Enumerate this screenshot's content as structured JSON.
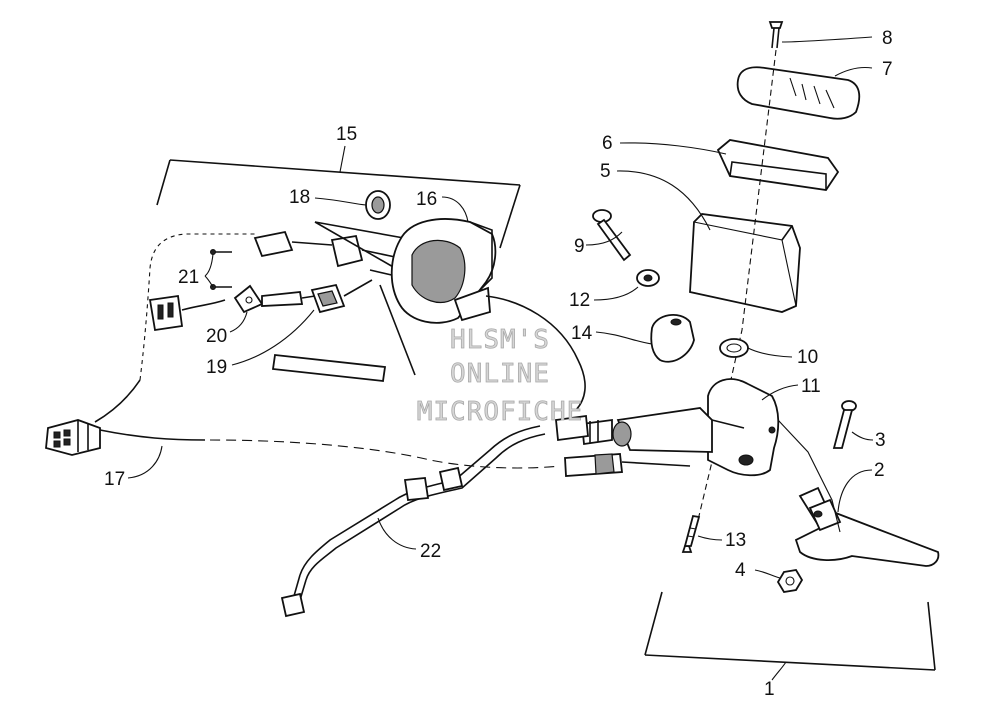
{
  "watermark": {
    "line1": "HLSM'S",
    "line2": "ONLINE",
    "line3": "MICROFICHE"
  },
  "callouts": [
    {
      "id": "1",
      "text": "1"
    },
    {
      "id": "2",
      "text": "2"
    },
    {
      "id": "3",
      "text": "3"
    },
    {
      "id": "4",
      "text": "4"
    },
    {
      "id": "5",
      "text": "5"
    },
    {
      "id": "6",
      "text": "6"
    },
    {
      "id": "7",
      "text": "7"
    },
    {
      "id": "8",
      "text": "8"
    },
    {
      "id": "9",
      "text": "9"
    },
    {
      "id": "10",
      "text": "10"
    },
    {
      "id": "11",
      "text": "11"
    },
    {
      "id": "12",
      "text": "12"
    },
    {
      "id": "13",
      "text": "13"
    },
    {
      "id": "14",
      "text": "14"
    },
    {
      "id": "15",
      "text": "15"
    },
    {
      "id": "16",
      "text": "16"
    },
    {
      "id": "17",
      "text": "17"
    },
    {
      "id": "18",
      "text": "18"
    },
    {
      "id": "19",
      "text": "19"
    },
    {
      "id": "20",
      "text": "20"
    },
    {
      "id": "21",
      "text": "21"
    },
    {
      "id": "22",
      "text": "22"
    }
  ]
}
